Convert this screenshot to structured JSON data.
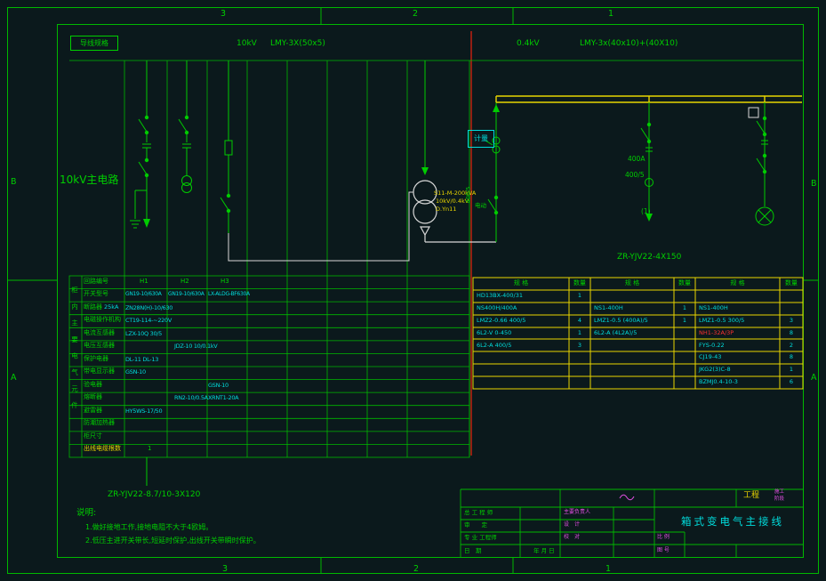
{
  "ruler": {
    "top": [
      "3",
      "2",
      "1"
    ],
    "bottom": [
      "3",
      "2",
      "1"
    ],
    "left": [
      "B",
      "A"
    ],
    "right": [
      "B",
      "A"
    ]
  },
  "header": {
    "wire_spec": "导线规格",
    "hv_voltage": "10kV",
    "hv_busbar": "LMY-3X(50x5)",
    "lv_voltage": "0.4kV",
    "lv_busbar": "LMY-3x(40x10)+(40X10)"
  },
  "hv": {
    "section_title": "10kV主电路"
  },
  "transformer": {
    "model": "S11-M-200kVA",
    "ratio": "10kV/0.4kV",
    "vector_group": "D.Yn11"
  },
  "lv": {
    "metering": "计量",
    "motor": "电动",
    "incomer_ct": "400/5",
    "feeder_rating": "400A",
    "feeder_ct": "400/5",
    "feeder_ref": "(1)",
    "outgoing_cable": "ZR-YJV22-4X150"
  },
  "hv_table": {
    "side_label": "柜内主要电气元件",
    "breaker_rating": "25kA",
    "rows": [
      {
        "label": "回路编号",
        "v1": "H1",
        "v2": "H2",
        "v3": "H3"
      },
      {
        "label": "开关型号",
        "v1": "GN19-10/630A",
        "v2": "GN19-10/630A",
        "v3": "LX-ALDG-BF630A"
      },
      {
        "label": "断路器",
        "v1": "ZN28N(H)-10/630"
      },
      {
        "label": "电磁操作机构",
        "v1": "CT19-114-~220V"
      },
      {
        "label": "电流互感器",
        "v1": "LZX-10Q 30/5"
      },
      {
        "label": "电压互感器",
        "v2": "JDZ-10 10/0.1kV"
      },
      {
        "label": "保护电器",
        "v1": "DL-11 DL-13"
      },
      {
        "label": "带电显示器",
        "v1": "GSN-10"
      },
      {
        "label": "验电器",
        "v3": "GSN-10"
      },
      {
        "label": "熔断器",
        "v2": "RN2-10/0.5A",
        "v3": "XRNT1-20A"
      },
      {
        "label": "避雷器",
        "v1": "HY5WS-17/50"
      },
      {
        "label": "防潮加热器"
      },
      {
        "label": "柜尺寸"
      },
      {
        "label": "出线电缆根数",
        "v1": "1"
      }
    ],
    "cable_label": "ZR-YJV22-8.7/10-3X120"
  },
  "lv_table": {
    "headers": [
      "规 格",
      "数量",
      "规 格",
      "数量",
      "规 格",
      "数量"
    ],
    "rows": [
      [
        "HD13BX-400/31",
        "1",
        "",
        "",
        "",
        ""
      ],
      [
        "NS400H/400A",
        "",
        "NS1-400H",
        "1",
        "NS1-400H",
        ""
      ],
      [
        "LMZ2-0.66 400/5",
        "4",
        "LMZ1-0.5 (400A)/5",
        "1",
        "LMZ1-0.5 300/5",
        "3"
      ],
      [
        "6L2-V 0-450",
        "1",
        "6L2-A (4L2A)/5",
        "",
        "NH1-32A/3P",
        "8"
      ],
      [
        "6L2-A 400/5",
        "3",
        "",
        "",
        "FYS-0.22",
        "2"
      ],
      [
        "",
        "",
        "",
        "",
        "CJ19-43",
        "8"
      ],
      [
        "",
        "",
        "",
        "",
        "JKG2(3)C-8",
        "1"
      ],
      [
        "",
        "",
        "",
        "",
        "BZMJ0.4-10-3",
        "6"
      ]
    ]
  },
  "notes": {
    "title": "说明:",
    "line1": "1.做好接地工作,接地电阻不大于4欧姆。",
    "line2": "2.低压主进开关带长,短延时保护,出线开关带瞬时保护。"
  },
  "titleblock": {
    "project": "工程",
    "stage_line1": "施工",
    "stage_line2": "阶段",
    "row1": "总 工 程 师",
    "row2": "审　　定",
    "row3": "专 业 工程师",
    "row4": "日　期",
    "mid1": "主要负责人",
    "mid2": "设　计",
    "mid3": "校　对",
    "ymd": "年 月 日",
    "scale": "比 例",
    "drawing_no": "图 号",
    "drawing_title": "箱式变电气主接线"
  }
}
